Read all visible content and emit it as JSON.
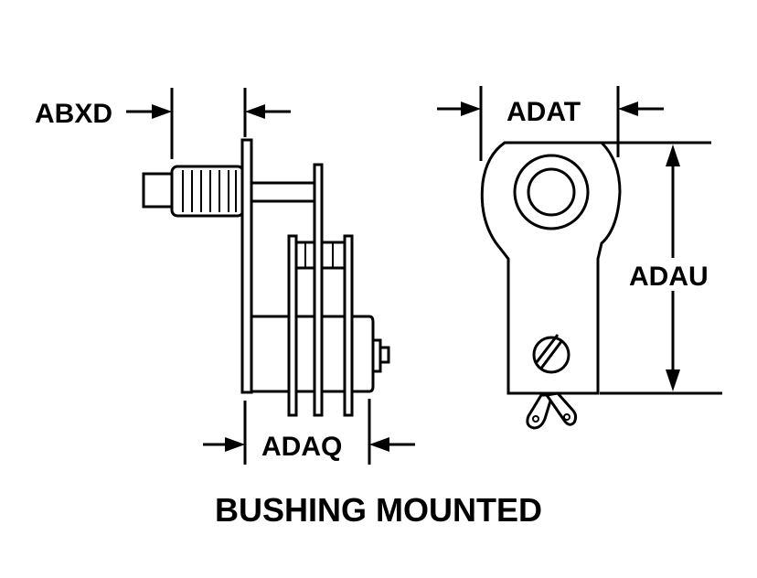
{
  "labels": {
    "abxd": "ABXD",
    "adaq": "ADAQ",
    "adat": "ADAT",
    "adau": "ADAU"
  },
  "caption": "BUSHING MOUNTED"
}
